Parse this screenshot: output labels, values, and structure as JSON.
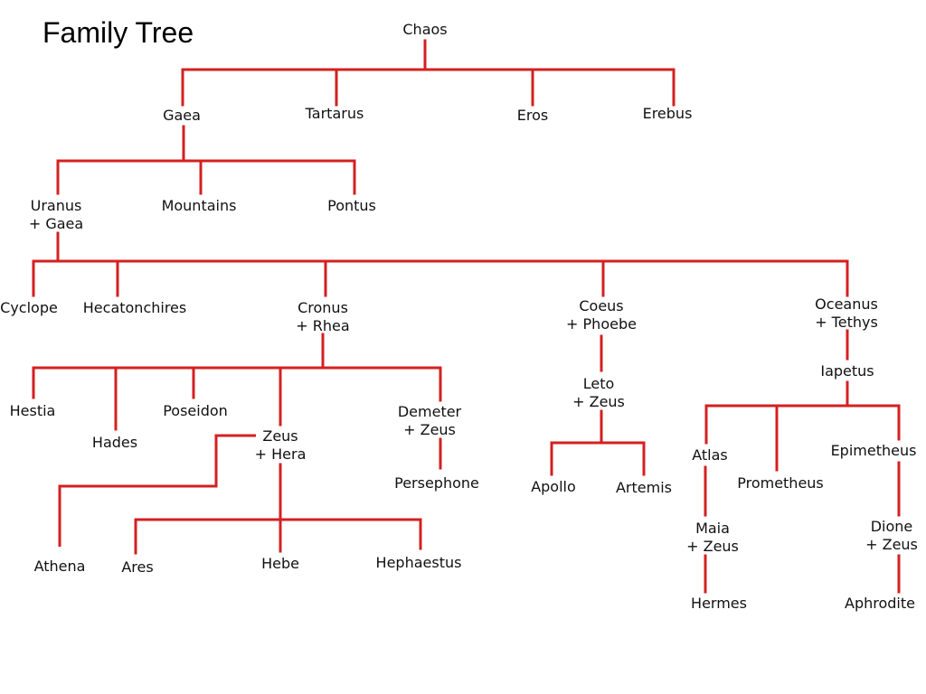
{
  "title": "Family Tree",
  "colors": {
    "line": "#d42020",
    "text": "#111111",
    "background": "#ffffff"
  },
  "nodes": [
    {
      "id": "chaos",
      "lines": [
        "Chaos"
      ]
    },
    {
      "id": "gaea",
      "lines": [
        "Gaea"
      ]
    },
    {
      "id": "tartarus",
      "lines": [
        "Tartarus"
      ]
    },
    {
      "id": "eros",
      "lines": [
        "Eros"
      ]
    },
    {
      "id": "erebus",
      "lines": [
        "Erebus"
      ]
    },
    {
      "id": "uranus-gaea",
      "lines": [
        "Uranus",
        "+ Gaea"
      ]
    },
    {
      "id": "mountains",
      "lines": [
        "Mountains"
      ]
    },
    {
      "id": "pontus",
      "lines": [
        "Pontus"
      ]
    },
    {
      "id": "cyclope",
      "lines": [
        "Cyclope"
      ]
    },
    {
      "id": "hecatonchires",
      "lines": [
        "Hecatonchires"
      ]
    },
    {
      "id": "cronus-rhea",
      "lines": [
        "Cronus",
        "+ Rhea"
      ]
    },
    {
      "id": "coeus-phoebe",
      "lines": [
        "Coeus",
        "+ Phoebe"
      ]
    },
    {
      "id": "oceanus-tethys",
      "lines": [
        "Oceanus",
        "+ Tethys"
      ]
    },
    {
      "id": "hestia",
      "lines": [
        "Hestia"
      ]
    },
    {
      "id": "hades",
      "lines": [
        "Hades"
      ]
    },
    {
      "id": "poseidon",
      "lines": [
        "Poseidon"
      ]
    },
    {
      "id": "zeus-hera",
      "lines": [
        "Zeus",
        "+ Hera"
      ]
    },
    {
      "id": "demeter-zeus",
      "lines": [
        "Demeter",
        "+ Zeus"
      ]
    },
    {
      "id": "persephone",
      "lines": [
        "Persephone"
      ]
    },
    {
      "id": "athena",
      "lines": [
        "Athena"
      ]
    },
    {
      "id": "ares",
      "lines": [
        "Ares"
      ]
    },
    {
      "id": "hebe",
      "lines": [
        "Hebe"
      ]
    },
    {
      "id": "hephaestus",
      "lines": [
        "Hephaestus"
      ]
    },
    {
      "id": "leto-zeus",
      "lines": [
        "Leto",
        "+ Zeus"
      ]
    },
    {
      "id": "apollo",
      "lines": [
        "Apollo"
      ]
    },
    {
      "id": "artemis",
      "lines": [
        "Artemis"
      ]
    },
    {
      "id": "iapetus",
      "lines": [
        "Iapetus"
      ]
    },
    {
      "id": "atlas",
      "lines": [
        "Atlas"
      ]
    },
    {
      "id": "prometheus",
      "lines": [
        "Prometheus"
      ]
    },
    {
      "id": "epimetheus",
      "lines": [
        "Epimetheus"
      ]
    },
    {
      "id": "maia-zeus",
      "lines": [
        "Maia",
        "+ Zeus"
      ]
    },
    {
      "id": "dione-zeus",
      "lines": [
        "Dione",
        "+ Zeus"
      ]
    },
    {
      "id": "hermes",
      "lines": [
        "Hermes"
      ]
    },
    {
      "id": "aphrodite",
      "lines": [
        "Aphrodite"
      ]
    }
  ],
  "edges": [
    {
      "parent": "chaos",
      "children": [
        "gaea",
        "tartarus",
        "eros",
        "erebus"
      ]
    },
    {
      "parent": "gaea",
      "children": [
        "uranus-gaea",
        "mountains",
        "pontus"
      ]
    },
    {
      "parent": "uranus-gaea",
      "children": [
        "cyclope",
        "hecatonchires",
        "cronus-rhea",
        "coeus-phoebe",
        "oceanus-tethys"
      ]
    },
    {
      "parent": "cronus-rhea",
      "children": [
        "hestia",
        "hades",
        "poseidon",
        "zeus-hera",
        "demeter-zeus"
      ]
    },
    {
      "parent": "zeus-hera",
      "children": [
        "athena",
        "ares",
        "hebe",
        "hephaestus"
      ]
    },
    {
      "parent": "demeter-zeus",
      "children": [
        "persephone"
      ]
    },
    {
      "parent": "coeus-phoebe",
      "children": [
        "leto-zeus"
      ]
    },
    {
      "parent": "leto-zeus",
      "children": [
        "apollo",
        "artemis"
      ]
    },
    {
      "parent": "oceanus-tethys",
      "children": [
        "iapetus"
      ]
    },
    {
      "parent": "iapetus",
      "children": [
        "atlas",
        "prometheus",
        "epimetheus"
      ]
    },
    {
      "parent": "atlas",
      "children": [
        "maia-zeus"
      ]
    },
    {
      "parent": "maia-zeus",
      "children": [
        "hermes"
      ]
    },
    {
      "parent": "epimetheus",
      "children": [
        "dione-zeus"
      ]
    },
    {
      "parent": "dione-zeus",
      "children": [
        "aphrodite"
      ]
    }
  ]
}
